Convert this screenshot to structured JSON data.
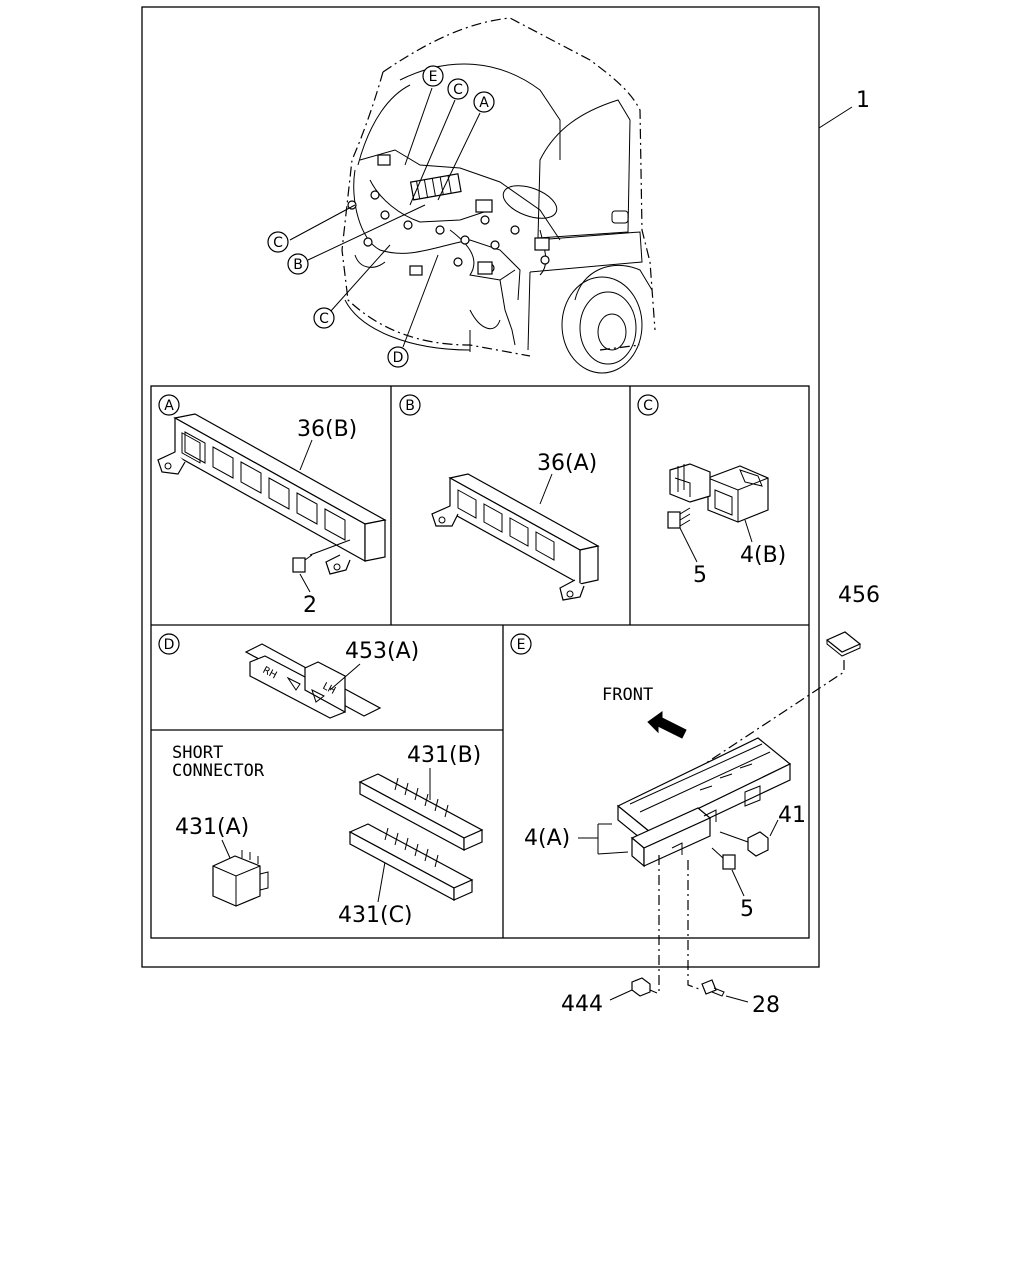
{
  "callouts": {
    "main": "1",
    "part_36b": "36(B)",
    "part_36a": "36(A)",
    "part_2": "2",
    "part_5_c": "5",
    "part_4b": "4(B)",
    "part_456": "456",
    "part_453a": "453(A)",
    "part_431b": "431(B)",
    "part_431a": "431(A)",
    "part_431c": "431(C)",
    "part_4a": "4(A)",
    "part_41": "41",
    "part_5_e": "5",
    "part_444": "444",
    "part_28": "28"
  },
  "section_letters": {
    "a": "A",
    "b": "B",
    "c": "C",
    "d": "D",
    "e": "E"
  },
  "truck_markers": [
    "E",
    "C",
    "A",
    "C",
    "B",
    "C",
    "D"
  ],
  "texts": {
    "short_connector_line1": "SHORT",
    "short_connector_line2": "CONNECTOR",
    "front": "FRONT",
    "rh": "RH",
    "lh": "LH"
  }
}
